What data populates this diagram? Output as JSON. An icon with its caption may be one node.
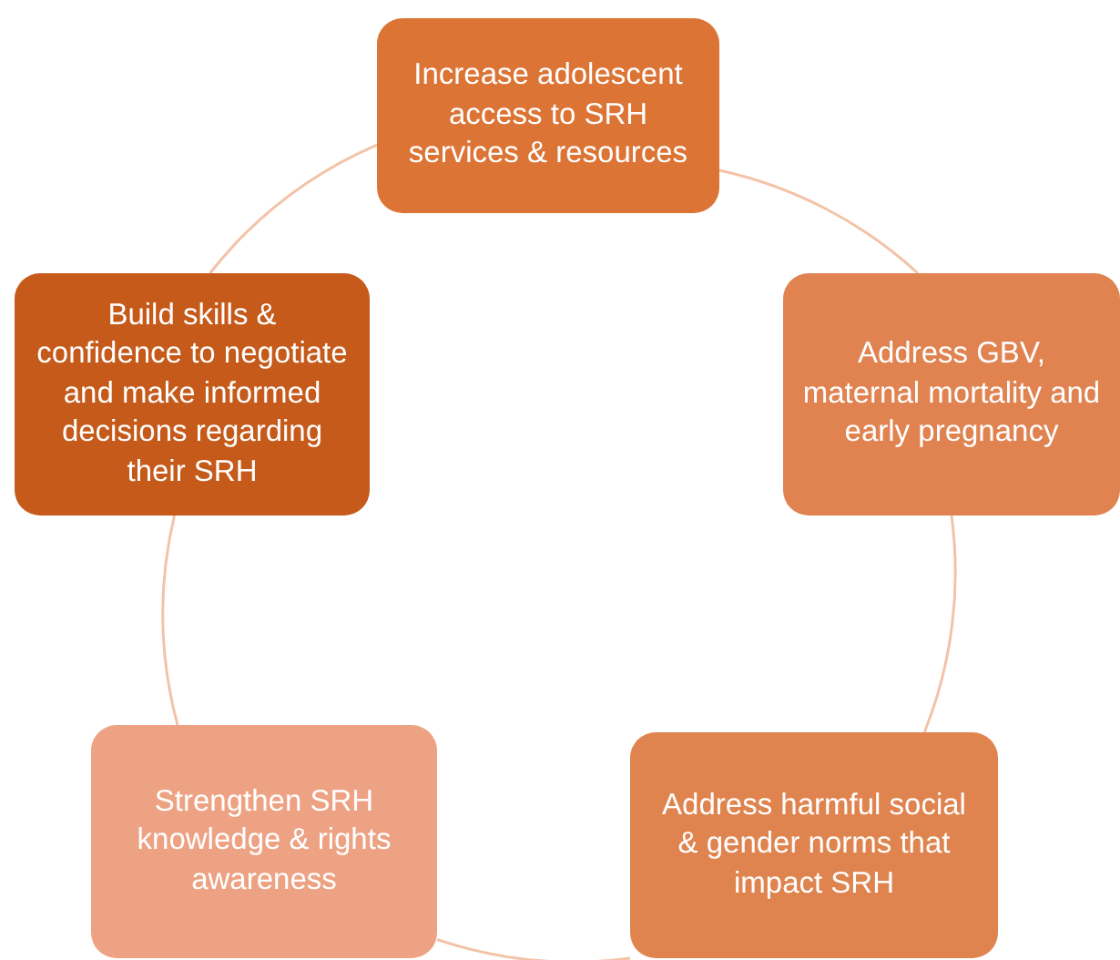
{
  "diagram": {
    "nodes": [
      {
        "text": [
          "Increase adolescent access to SRH services & resources"
        ]
      },
      {
        "text": [
          "Address GBV, maternal mortality and early pregnancy"
        ]
      },
      {
        "text": [
          "Address harmful social & gender norms that impact SRH"
        ]
      },
      {
        "text": [
          "Strengthen SRH knowledge & rights awareness"
        ]
      },
      {
        "text": [
          "Build skills & confidence to negotiate and make informed decisions regarding their SRH"
        ]
      }
    ],
    "edges": [
      {
        "from": 0,
        "to": 1,
        "arrow": "none"
      },
      {
        "from": 1,
        "to": 2,
        "arrow": "none"
      },
      {
        "from": 2,
        "to": 3,
        "arrow": "none"
      },
      {
        "from": 3,
        "to": 4,
        "arrow": "none"
      },
      {
        "from": 4,
        "to": 0,
        "arrow": "none"
      }
    ]
  }
}
